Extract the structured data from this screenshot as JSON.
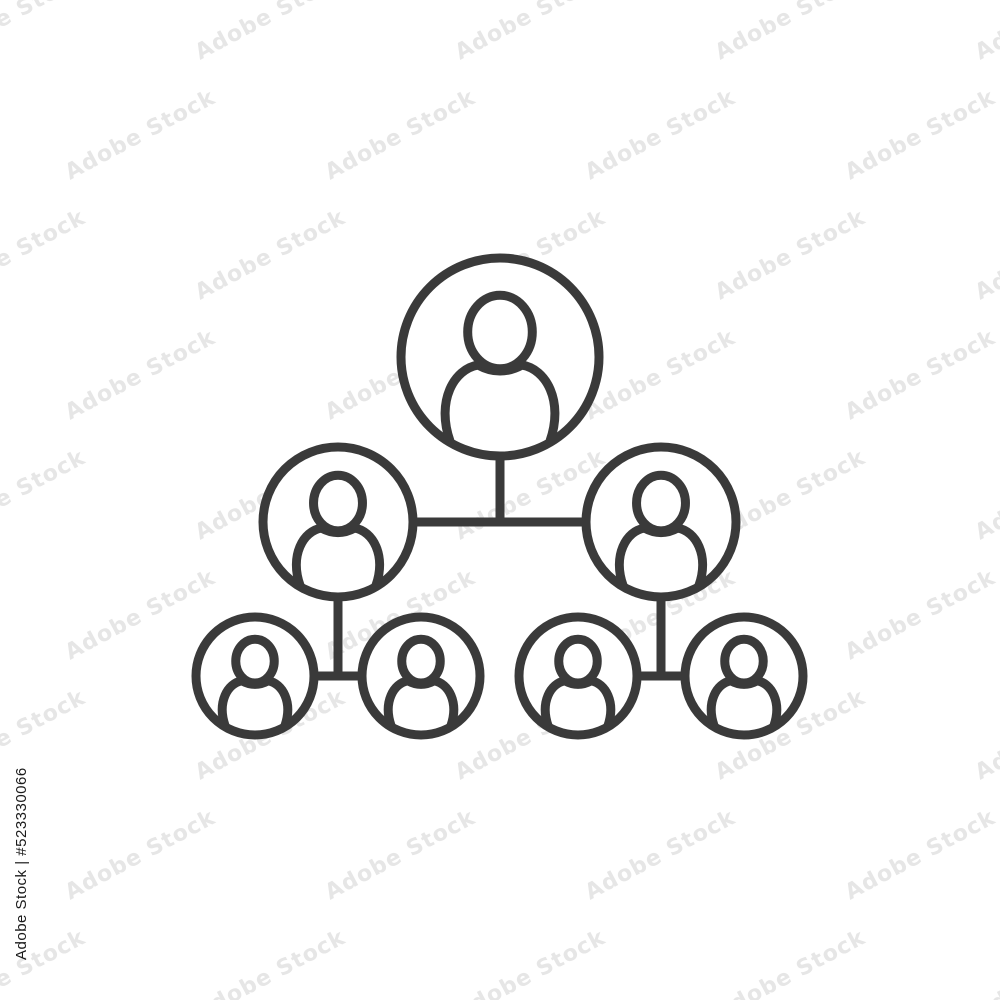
{
  "image": {
    "background_color": "#ffffff",
    "stroke_color": "#3a3a3a"
  },
  "diagram": {
    "type": "organization-hierarchy-icon",
    "nodes": [
      {
        "id": "root",
        "level": 0,
        "icon": "person-icon"
      },
      {
        "id": "left-manager",
        "level": 1,
        "parent": "root",
        "icon": "person-icon"
      },
      {
        "id": "right-manager",
        "level": 1,
        "parent": "root",
        "icon": "person-icon"
      },
      {
        "id": "left-report-1",
        "level": 2,
        "parent": "left-manager",
        "icon": "person-icon"
      },
      {
        "id": "left-report-2",
        "level": 2,
        "parent": "left-manager",
        "icon": "person-icon"
      },
      {
        "id": "right-report-1",
        "level": 2,
        "parent": "right-manager",
        "icon": "person-icon"
      },
      {
        "id": "right-report-2",
        "level": 2,
        "parent": "right-manager",
        "icon": "person-icon"
      }
    ]
  },
  "watermark": {
    "text": "Adobe Stock",
    "color": "#e6e6e6"
  },
  "stock_id": {
    "text": "Adobe Stock | #523330066"
  }
}
